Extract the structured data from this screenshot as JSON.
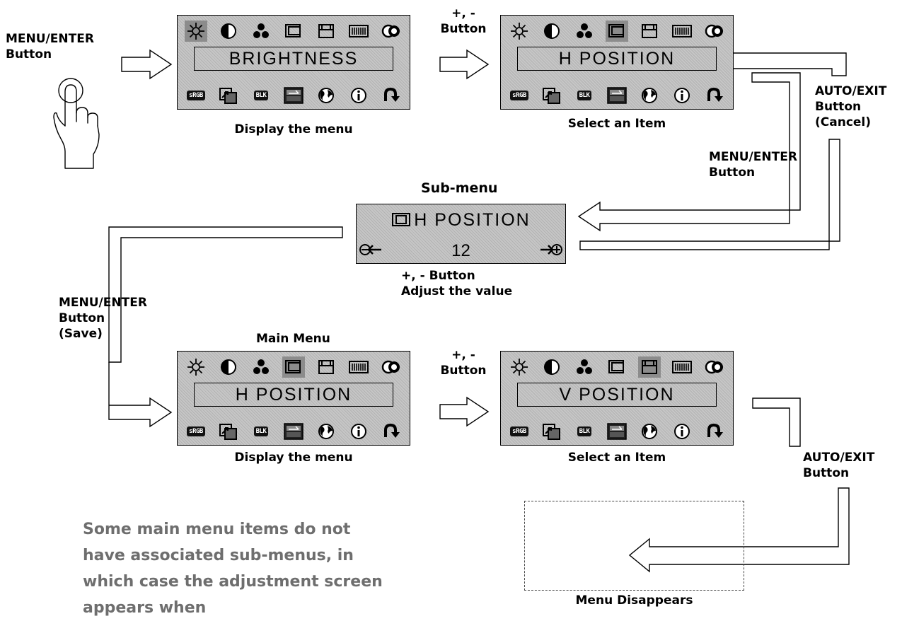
{
  "labels": {
    "menu_enter_1": [
      "MENU/ENTER",
      "Button"
    ],
    "plus_minus_1": [
      "+, -",
      "Button"
    ],
    "auto_exit_cancel": [
      "AUTO/EXIT",
      "Button",
      "(Cancel)"
    ],
    "menu_enter_2": [
      "MENU/ENTER",
      "Button"
    ],
    "sub_menu": "Sub-menu",
    "plus_minus_adjust": [
      "+, - Button",
      "Adjust the value"
    ],
    "menu_enter_save": [
      "MENU/ENTER",
      "Button",
      "(Save)"
    ],
    "main_menu": "Main Menu",
    "plus_minus_2": [
      "+, -",
      "Button"
    ],
    "auto_exit_2": [
      "AUTO/EXIT",
      "Button"
    ],
    "menu_disappears": "Menu Disappears"
  },
  "captions": {
    "display_menu_1": "Display the menu",
    "select_item_1": "Select an Item",
    "display_menu_2": "Display the menu",
    "select_item_2": "Select an Item"
  },
  "osd": {
    "top_icons": [
      "brightness-icon",
      "contrast-icon",
      "color-icon",
      "h-position-icon",
      "v-position-icon",
      "clock-phase-icon",
      "reset-icon"
    ],
    "bottom_icons": [
      "srgb-icon",
      "zoom-icon",
      "blk-icon",
      "osd-position-icon",
      "language-icon",
      "info-icon",
      "exit-icon"
    ],
    "bottom_icon_texts": {
      "srgb": "sRGB",
      "blk": "BLK"
    },
    "panels": [
      {
        "title": "BRIGHTNESS",
        "selected_index": 0
      },
      {
        "title": "H POSITION",
        "selected_index": 3
      },
      {
        "title": "H POSITION",
        "selected_index": 3
      },
      {
        "title": "V POSITION",
        "selected_index": 4
      }
    ]
  },
  "submenu": {
    "title": "H POSITION",
    "value": "12"
  },
  "note": "Some main menu items do not have associated sub-menus, in which case the adjustment screen appears when"
}
